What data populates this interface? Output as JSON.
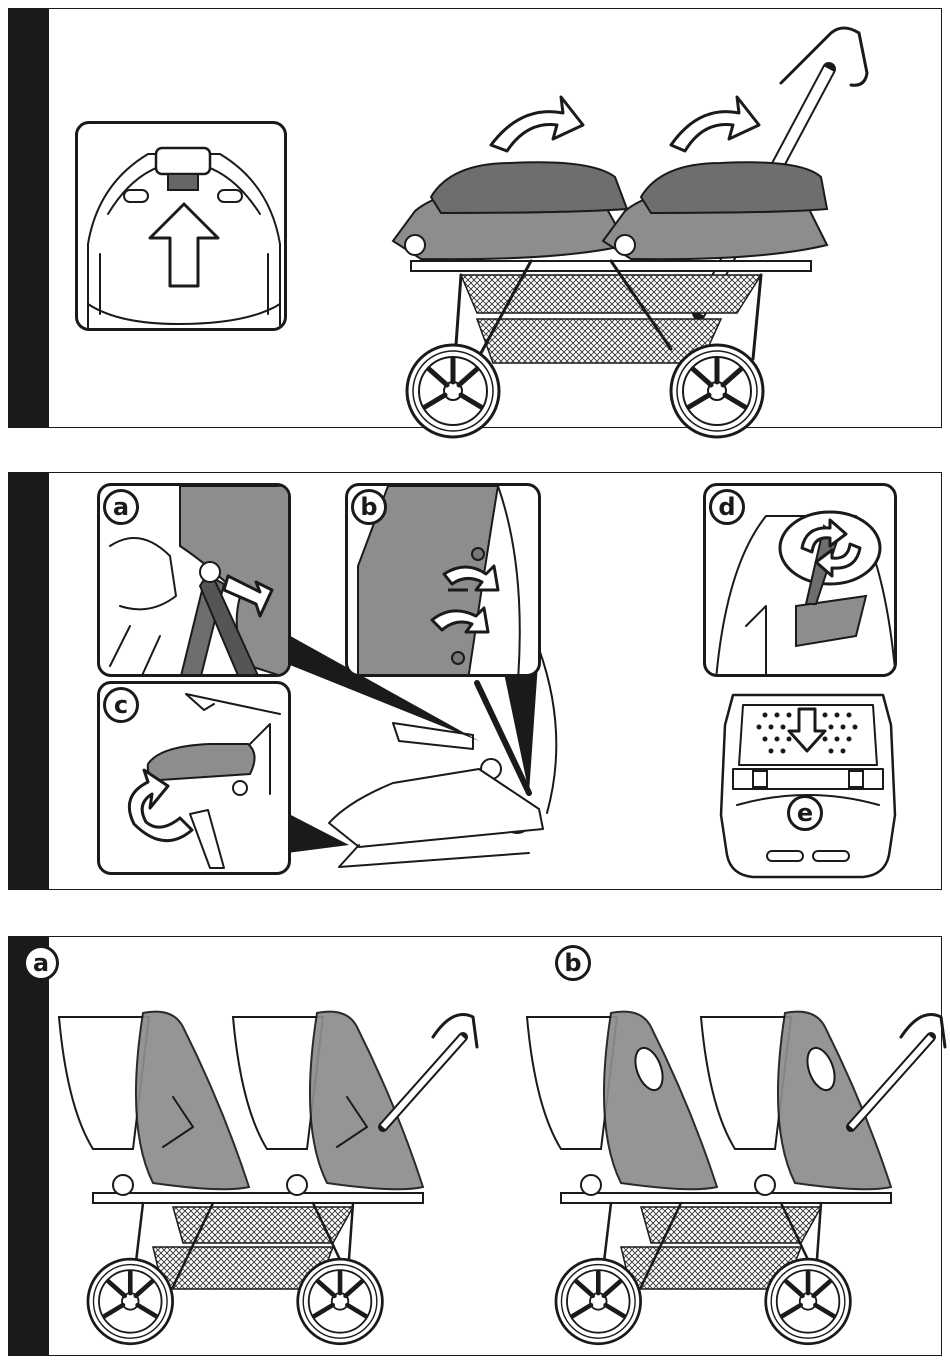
{
  "panels": [
    {
      "id": "1"
    },
    {
      "id": "2",
      "insets": [
        {
          "label": "a"
        },
        {
          "label": "b"
        },
        {
          "label": "c"
        },
        {
          "label": "d"
        },
        {
          "label": "e"
        }
      ]
    },
    {
      "id": "3",
      "variants": [
        {
          "label": "a"
        },
        {
          "label": "b"
        }
      ]
    }
  ],
  "colors": {
    "frame": "#1a1a1a",
    "fabric": "#8d8d8d",
    "fabric_dark": "#6e6e6e",
    "background": "#ffffff"
  }
}
